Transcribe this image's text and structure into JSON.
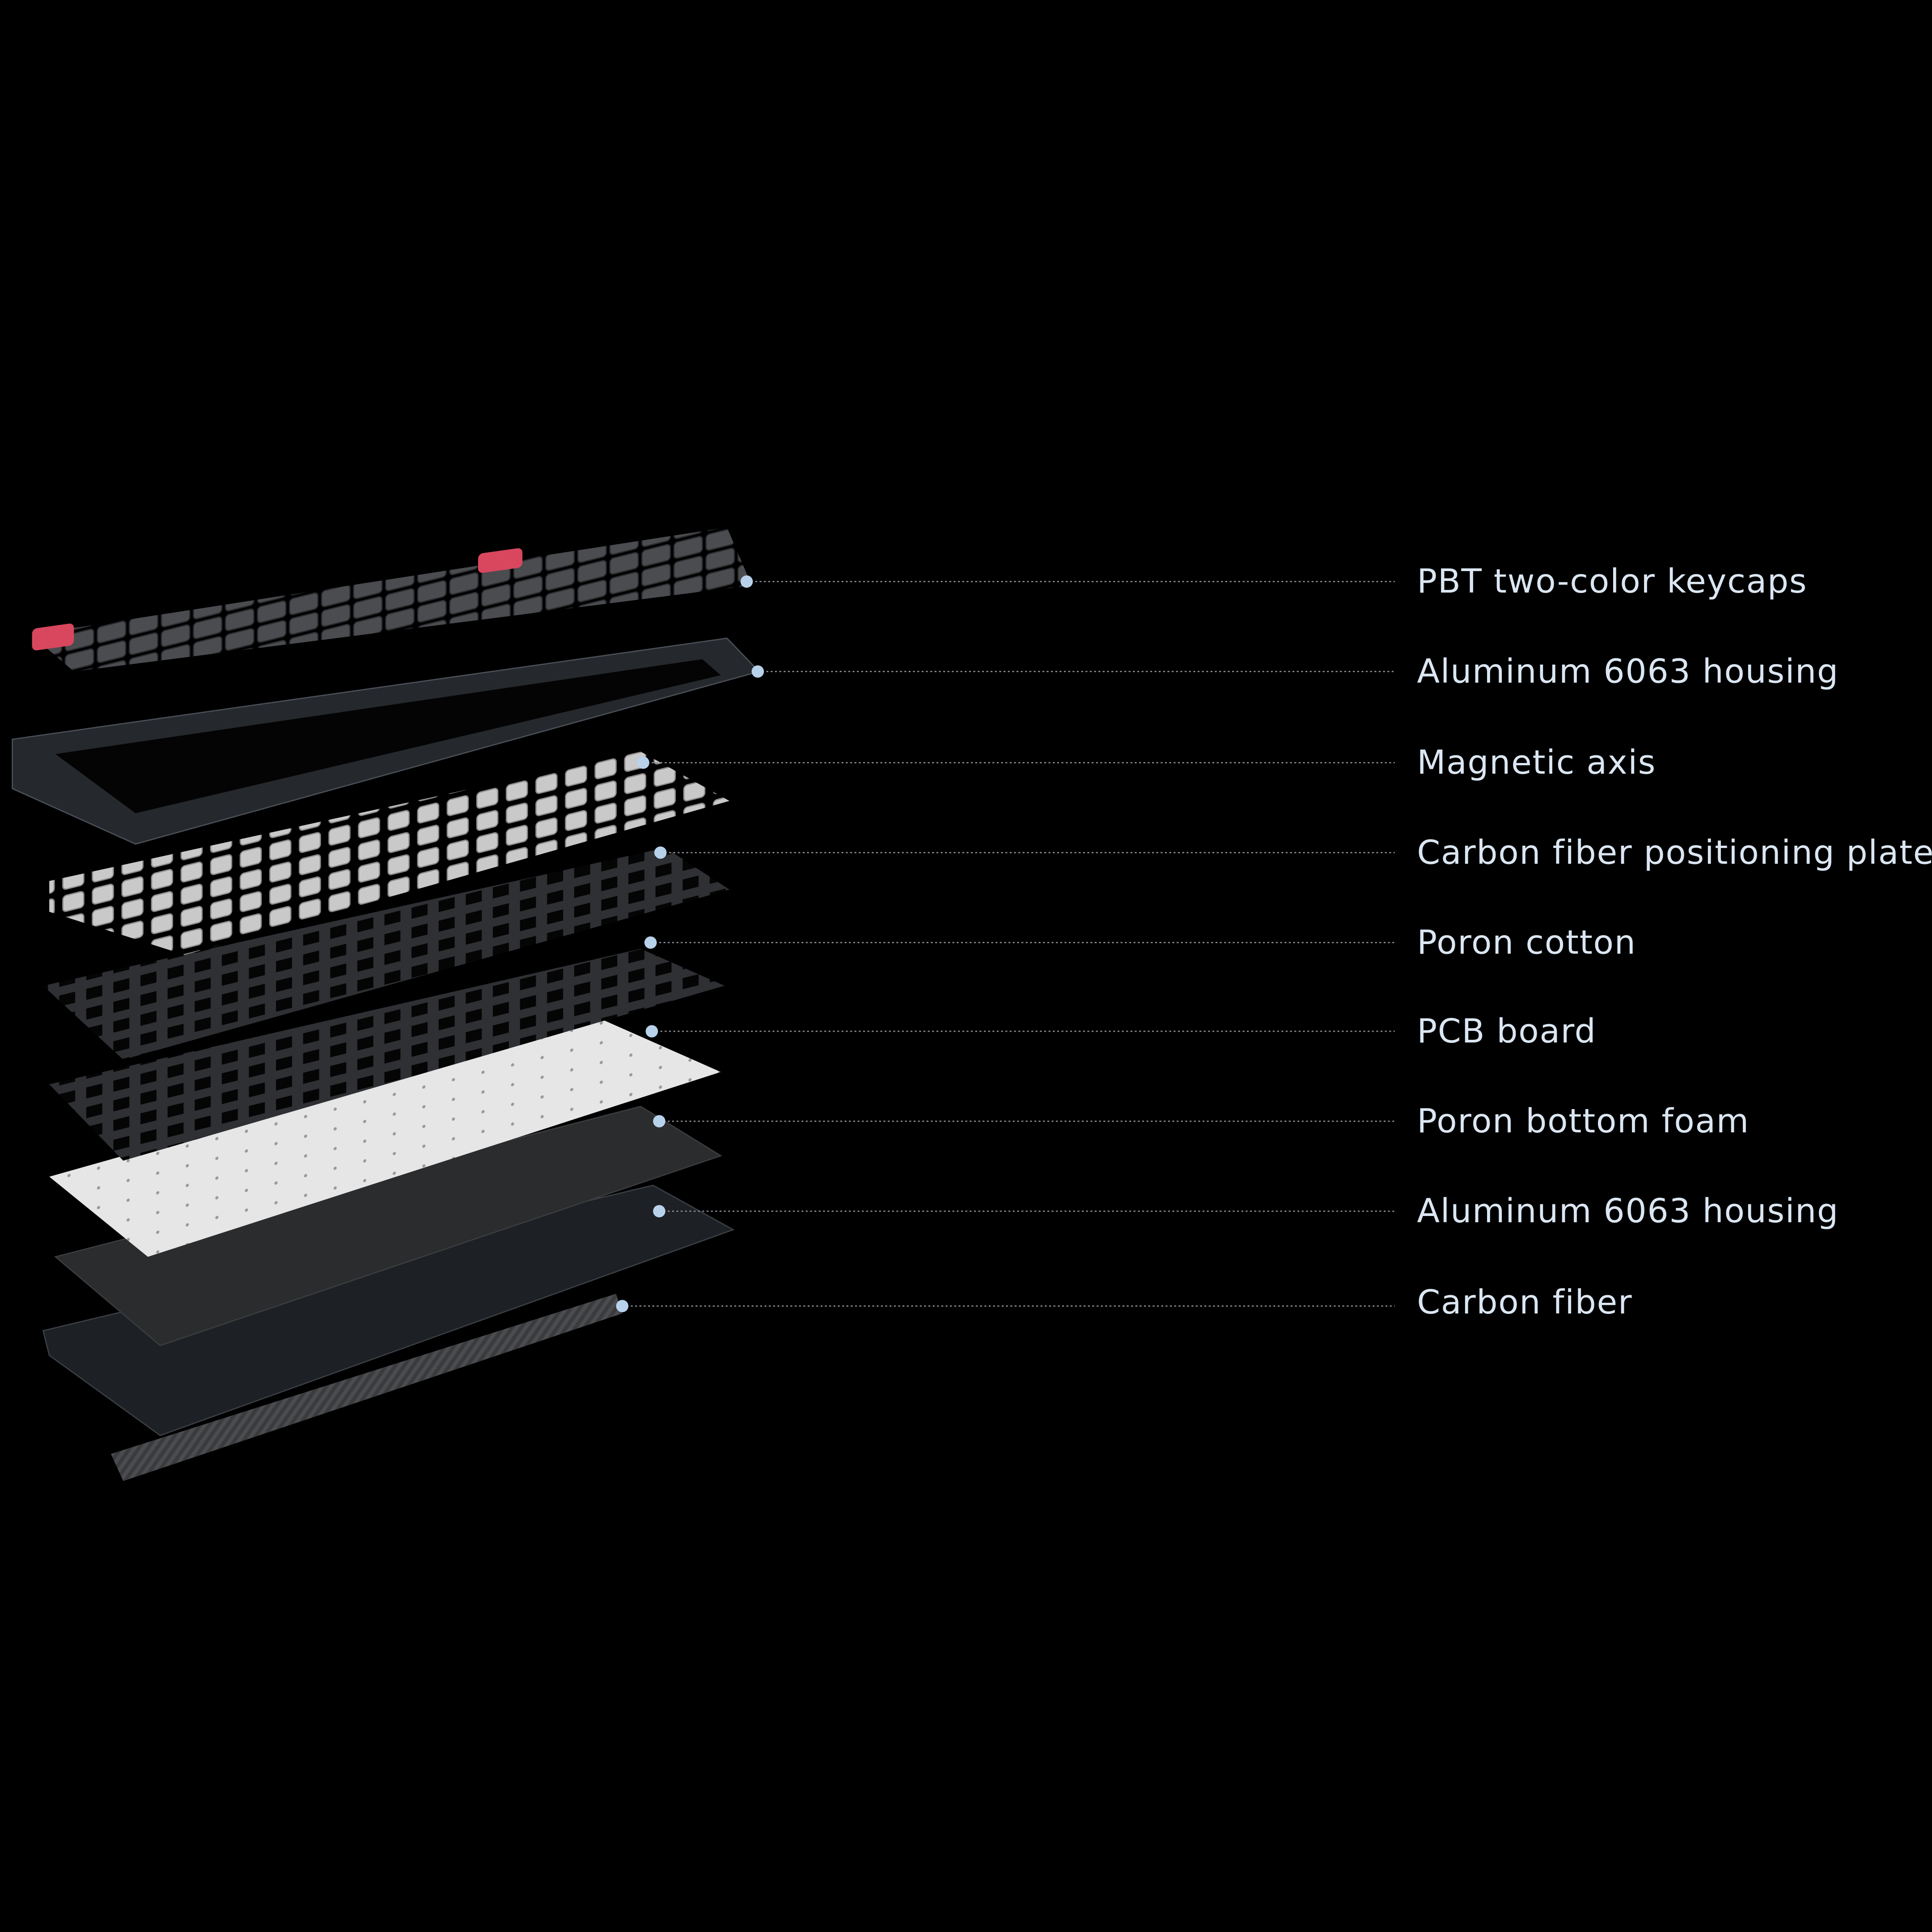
{
  "diagram": {
    "background": "#000000",
    "label_color": "#dbe6f2",
    "dot_color": "#b9d2ec",
    "accent_keycap_color": "#d8475e",
    "layers": [
      {
        "label": "PBT two-color keycaps"
      },
      {
        "label": "Aluminum 6063 housing"
      },
      {
        "label": "Magnetic axis"
      },
      {
        "label": "Carbon fiber positioning plate"
      },
      {
        "label": "Poron cotton"
      },
      {
        "label": "PCB board"
      },
      {
        "label": "Poron bottom foam"
      },
      {
        "label": "Aluminum 6063 housing"
      },
      {
        "label": "Carbon fiber"
      }
    ]
  }
}
